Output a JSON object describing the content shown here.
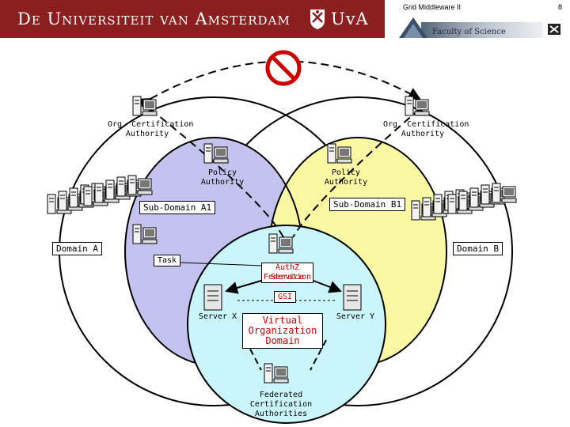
{
  "header": {
    "university": "De Universiteit van Amsterdam",
    "uva": "UvA",
    "slide_title": "Grid Middleware II",
    "page_number": "8",
    "faculty": "Faculty of Science",
    "bar_color": "#8b1f1f"
  },
  "diagram": {
    "org_ca_left": [
      "Org. Certification",
      "Authority"
    ],
    "org_ca_right": [
      "Org. Certification",
      "Authority"
    ],
    "policy_left": [
      "Policy",
      "Authority"
    ],
    "policy_right": [
      "Policy",
      "Authority"
    ],
    "subdomain_a": "Sub-Domain A1",
    "subdomain_b": "Sub-Domain B1",
    "domain_a": "Domain A",
    "domain_b": "Domain B",
    "task": "Task",
    "authz_overlap": [
      "AuthZ",
      "Federation",
      "Service"
    ],
    "gsi": "GSI",
    "server_x": "Server X",
    "server_y": "Server Y",
    "vo": [
      "Virtual",
      "Organization",
      "Domain"
    ],
    "fed_ca": [
      "Federated",
      "Certification",
      "Authorities"
    ],
    "no_sign": "no-entry-sign",
    "colors": {
      "sub_a": "#c4c2ee",
      "sub_b": "#fbf8a4",
      "vo": "#c9f5fb",
      "red_text": "#cc0000"
    }
  }
}
